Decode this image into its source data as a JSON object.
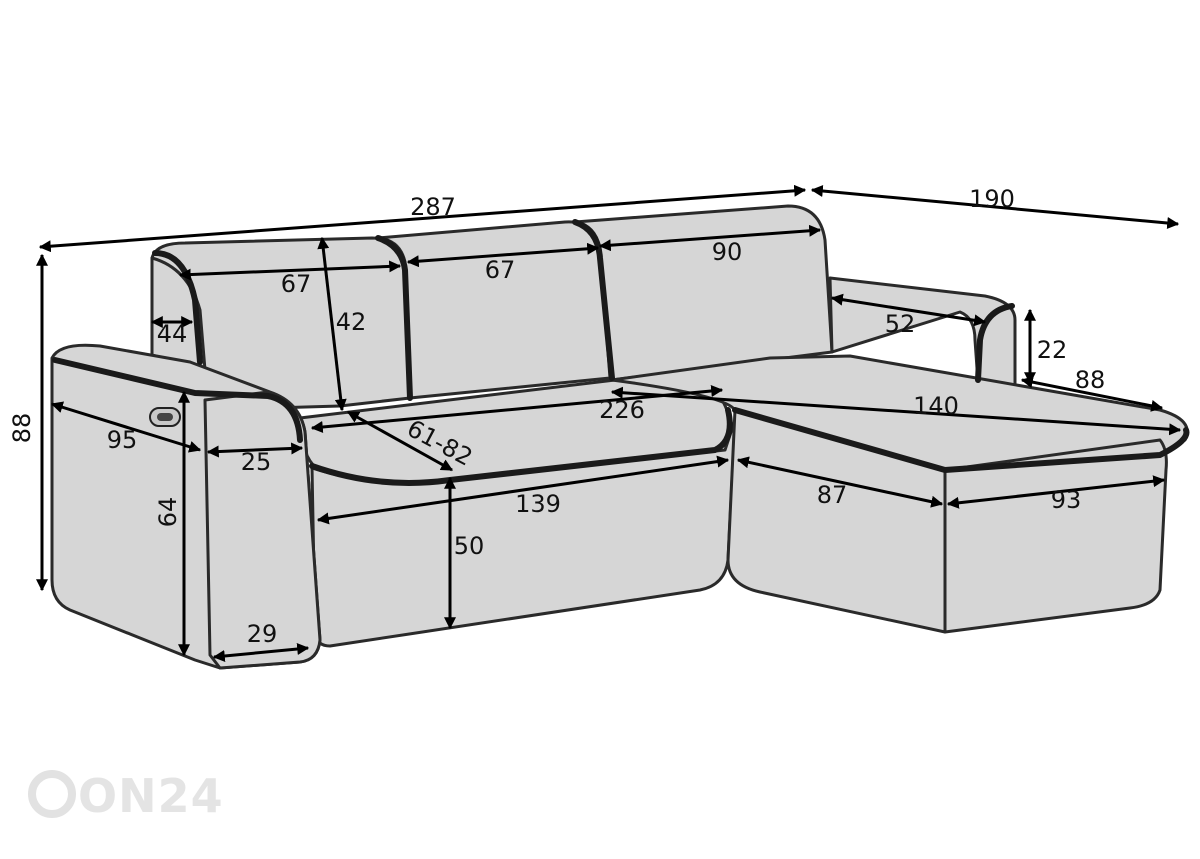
{
  "dimensions": {
    "total_width": "287",
    "chaise_length": "190",
    "total_height": "88",
    "back_cushion_left_width": "67",
    "back_cushion_middle_width": "67",
    "back_cushion_right_width": "90",
    "back_cushion_height": "42",
    "back_depth": "44",
    "armrest_depth_right": "52",
    "armrest_height_right": "22",
    "chaise_width": "88",
    "armrest_length": "95",
    "armrest_width_top": "25",
    "armrest_height": "64",
    "armrest_width_bottom": "29",
    "seat_width": "226",
    "seat_depth": "61-82",
    "chaise_seat_length": "140",
    "seat_front_width": "139",
    "seat_height": "50",
    "chaise_side_length": "87",
    "chaise_front_width": "93"
  },
  "watermark": "ON24",
  "colors": {
    "upholstery": "#d6d6d6",
    "piping": "#1a1a1a",
    "dimension_line": "#000000"
  }
}
